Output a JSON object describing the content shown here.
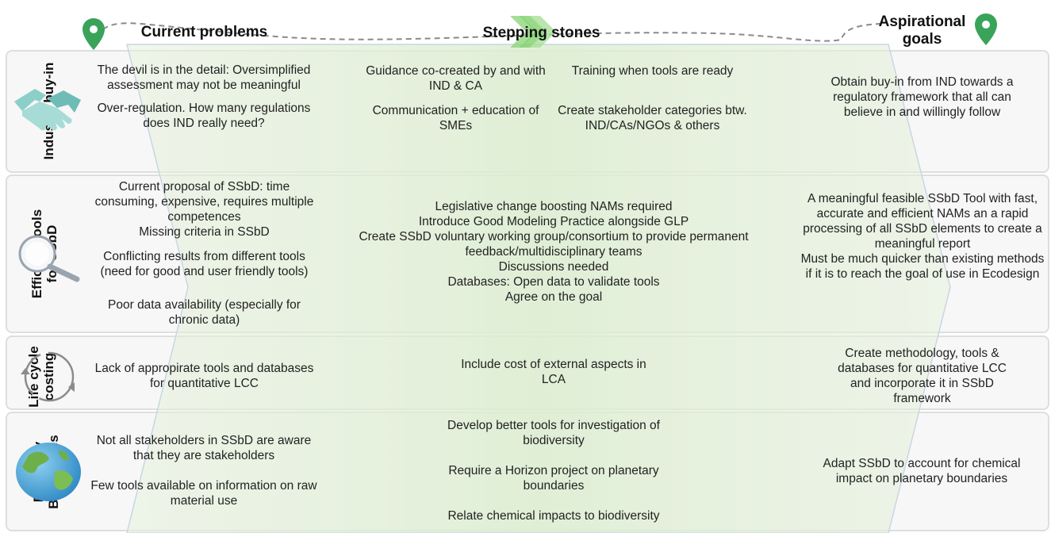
{
  "headers": {
    "current": "Current problems",
    "stepping": "Stepping stones",
    "aspirational": "Aspirational goals"
  },
  "rows": [
    {
      "label": "Industry buy-in",
      "icon": "handshake-icon",
      "problems": [
        "The devil is in the detail: Oversimplified assessment may not be meaningful",
        "Over-regulation. How many regulations does IND really need?"
      ],
      "stepping_left": [
        "Guidance co-created by and with IND & CA",
        "Communication + education of SMEs"
      ],
      "stepping_right": [
        "Training when tools are ready",
        "Create stakeholder categories btw. IND/CAs/NGOs & others"
      ],
      "goal": "Obtain buy-in from IND towards a regulatory framework that all can believe in and willingly follow"
    },
    {
      "label": "Efficient tools for SSbD",
      "icon": "magnifier-icon",
      "problems": [
        "Current proposal of SSbD: time consuming, expensive, requires multiple competences",
        "Missing criteria in SSbD",
        "Conflicting results from different tools (need for good and user friendly tools)",
        "Poor data availability (especially for chronic data)"
      ],
      "stepping": [
        "Legislative change boosting NAMs required",
        "Introduce Good Modeling Practice alongside GLP",
        "Create SSbD voluntary working group/consortium to provide permanent feedback/multidisciplinary teams",
        "Discussions needed",
        "Databases: Open data to validate tools",
        "Agree on the goal"
      ],
      "goal": [
        "A meaningful feasible SSbD Tool with fast, accurate and efficient NAMs an a rapid processing of all SSbD elements to create a meaningful report",
        "Must be much quicker than existing methods if it is to reach the goal of use in Ecodesign"
      ]
    },
    {
      "label": "Life cycle costing",
      "icon": "cycle-icon",
      "problems": [
        "Lack of appropirate tools and databases for quantitative LCC"
      ],
      "stepping": [
        "Include cost of external aspects in LCA"
      ],
      "goal": "Create methodology, tools & databases for quantitative LCC and incorporate it in SSbD framework"
    },
    {
      "label": "Planetary Boundaries",
      "icon": "globe-icon",
      "problems": [
        "Not all stakeholders in SSbD are aware that they are stakeholders",
        "Few tools available on information on raw material use"
      ],
      "stepping": [
        "Develop better tools for investigation of biodiversity",
        "Require a Horizon project on planetary boundaries",
        "Relate chemical impacts to biodiversity"
      ],
      "goal": "Adapt SSbD to account for chemical impact on planetary boundaries"
    }
  ],
  "colors": {
    "pin": "#3aa35a",
    "band": "#e3f0d6",
    "arrows": "#7fcf6a"
  }
}
